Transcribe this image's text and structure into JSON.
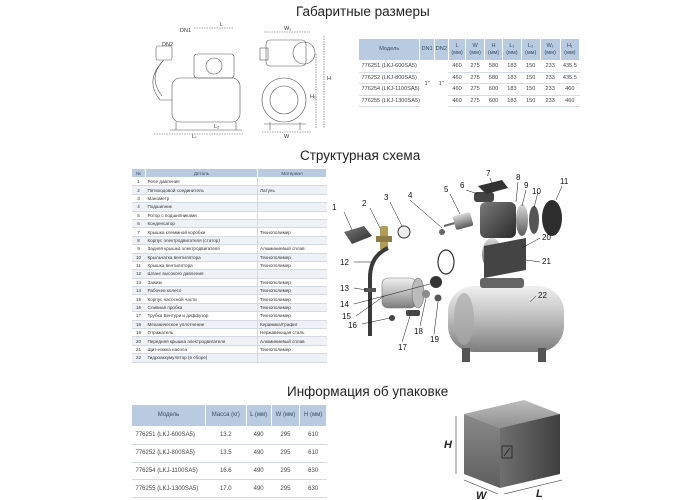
{
  "sections": {
    "dimensions_title": "Габаритные размеры",
    "structure_title": "Структурная схема",
    "packing_title": "Информация об упаковке"
  },
  "drawing_labels": {
    "dn1": "DN1",
    "dn2": "DN2",
    "l_small": "L",
    "l1": "L₁",
    "l2": "L₂",
    "w": "W",
    "w1": "W₁",
    "h": "H",
    "h1": "H₁"
  },
  "dimensions_table": {
    "headers": [
      "Модель",
      "DN1",
      "DN2",
      "L (мм)",
      "W (мм)",
      "H (мм)",
      "L₁ (мм)",
      "L₂ (мм)",
      "W₁ (мм)",
      "H₁ (мм)"
    ],
    "dn_merged": "1\"",
    "rows": [
      [
        "776251 (LKJ-600SA5)",
        "460",
        "275",
        "580",
        "183",
        "150",
        "233",
        "435.5"
      ],
      [
        "776252 (LKJ-800SA5)",
        "460",
        "275",
        "580",
        "183",
        "150",
        "233",
        "435.5"
      ],
      [
        "776254 (LKJ-1100SA5)",
        "460",
        "275",
        "600",
        "183",
        "150",
        "233",
        "460"
      ],
      [
        "776255 (LKJ-1300SA5)",
        "460",
        "275",
        "600",
        "183",
        "150",
        "233",
        "460"
      ]
    ]
  },
  "parts_table": {
    "headers": [
      "№",
      "Деталь",
      "Материал"
    ],
    "rows": [
      [
        "1",
        "Реле давления",
        ""
      ],
      [
        "2",
        "Пятиходовой соединитель",
        "Латунь"
      ],
      [
        "3",
        "Манометр",
        ""
      ],
      [
        "4",
        "Подшипник",
        ""
      ],
      [
        "5",
        "Ротор с подшипниками",
        ""
      ],
      [
        "6",
        "Конденсатор",
        ""
      ],
      [
        "7",
        "Крышка клеммной коробки",
        "Технополимер"
      ],
      [
        "8",
        "Корпус электродвигателя (статор)",
        ""
      ],
      [
        "9",
        "Задняя крышка электродвигателя",
        "Алюминиевый сплав"
      ],
      [
        "10",
        "Крыльчатка вентилятора",
        "Технополимер"
      ],
      [
        "11",
        "Крышка вентилятора",
        "Технополимер"
      ],
      [
        "12",
        "Шланг высокого давления",
        ""
      ],
      [
        "13",
        "Зажим",
        "Технополимер"
      ],
      [
        "14",
        "Рабочее колесо",
        "Технополимер"
      ],
      [
        "15",
        "Корпус насосной части",
        "Технополимер"
      ],
      [
        "16",
        "Сливная пробка",
        "Технополимер"
      ],
      [
        "17",
        "Трубка Вентури и диффузор",
        "Технополимер"
      ],
      [
        "18",
        "Механическое уплотнение",
        "Керамика/Графит"
      ],
      [
        "19",
        "Отражатель",
        "Нержавеющая сталь"
      ],
      [
        "20",
        "Передняя крышка электродвигателя",
        "Алюминиевый сплав"
      ],
      [
        "21",
        "Щит-ножка насоса",
        "Технополимер"
      ],
      [
        "22",
        "Гидроаккумулятор (в сборе)",
        ""
      ]
    ]
  },
  "exploded_callouts": [
    "1",
    "2",
    "3",
    "4",
    "5",
    "6",
    "7",
    "8",
    "9",
    "10",
    "11",
    "12",
    "13",
    "14",
    "15",
    "16",
    "17",
    "18",
    "19",
    "20",
    "21",
    "22"
  ],
  "packing_table": {
    "headers": [
      "Модель",
      "Масса (кг)",
      "L (мм)",
      "W (мм)",
      "H (мм)"
    ],
    "rows": [
      [
        "776251 (LKJ-600SA5)",
        "13.2",
        "490",
        "295",
        "610"
      ],
      [
        "776252 (LKJ-800SA5)",
        "13.5",
        "490",
        "295",
        "610"
      ],
      [
        "776254 (LKJ-1100SA5)",
        "16.6",
        "490",
        "295",
        "630"
      ],
      [
        "776255 (LKJ-1300SA5)",
        "17.0",
        "490",
        "295",
        "630"
      ]
    ]
  },
  "box_labels": {
    "h": "H",
    "w": "W",
    "l": "L"
  }
}
